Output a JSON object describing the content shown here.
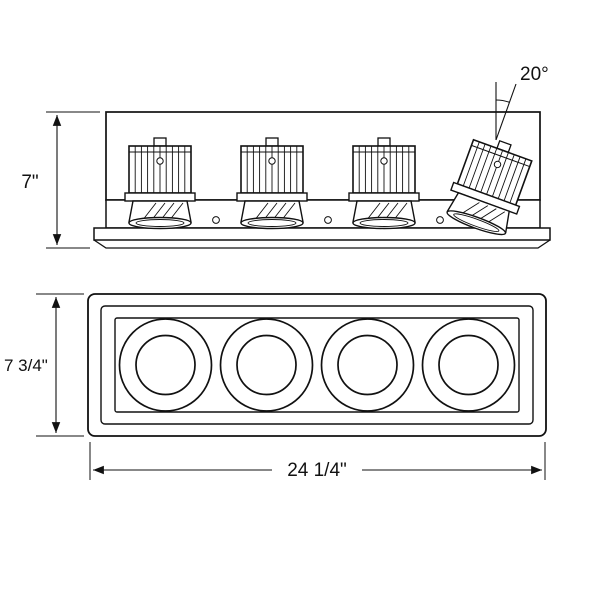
{
  "diagram": {
    "type": "technical-dimension-drawing",
    "subject": "four-light-recessed-multiple-fixture",
    "line_color": "#111111",
    "background_color": "#ffffff",
    "views": {
      "side_elevation": {
        "height_dimension": "7\"",
        "tilt_angle": "20°",
        "module_count": 4
      },
      "plan": {
        "height_dimension": "7 3/4\"",
        "width_dimension": "24 1/4\"",
        "aperture_count": 4
      }
    }
  }
}
